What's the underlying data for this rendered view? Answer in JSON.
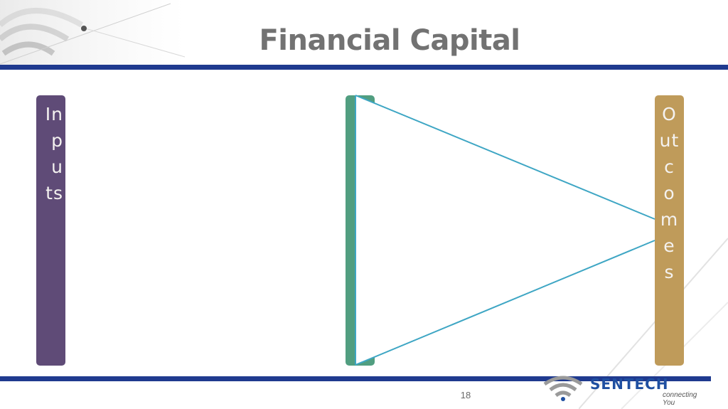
{
  "slide": {
    "title": "Financial Capital",
    "page_number": "18"
  },
  "columns": [
    {
      "label_lines": [
        "In",
        "p",
        "u",
        "ts"
      ],
      "color": "#5f4b77"
    },
    {
      "label_lines": [],
      "color": "#519e80"
    },
    {
      "label_lines": [
        "O",
        "ut",
        "c",
        "o",
        "m",
        "e",
        "s"
      ],
      "color": "#bf9b5a"
    }
  ],
  "logo": {
    "name": "SENTECH",
    "tagline": "connecting You",
    "icon": "wifi-signal-icon"
  },
  "colors": {
    "title": "#727272",
    "rule": "#1f3a8f",
    "funnel_line": "#3ea6c4"
  }
}
